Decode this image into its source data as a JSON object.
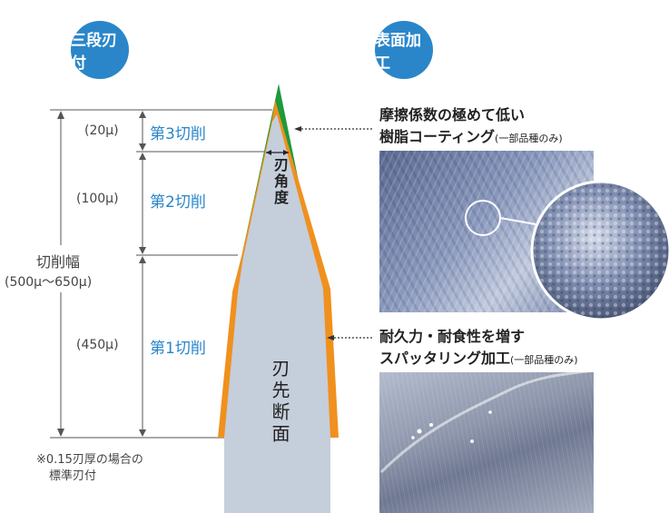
{
  "badges": {
    "left": "三段刃付",
    "right": "表面加工"
  },
  "stages": {
    "s3": {
      "size": "(20μ)",
      "name": "第3切削"
    },
    "s2": {
      "size": "(100μ)",
      "name": "第2切削"
    },
    "s1": {
      "size": "(450μ)",
      "name": "第1切削"
    }
  },
  "total_width": {
    "label": "切削幅",
    "value": "(500μ〜650μ)"
  },
  "blade": {
    "angle_label": "刃角度",
    "section_label": "刃先断面"
  },
  "note": {
    "line1": "※0.15刃厚の場合の",
    "line2": "標準刃付"
  },
  "coating": {
    "line1": "摩擦係数の極めて低い",
    "line2_main": "樹脂コーティング",
    "line2_small": "(一部品種のみ)"
  },
  "sputter": {
    "line1": "耐久力・耐食性を増す",
    "line2_main": "スパッタリング加工",
    "line2_small": "(一部品種のみ)"
  },
  "colors": {
    "badge": "#2a86c9",
    "green_layer": "#1e9a3c",
    "orange_layer": "#f0901e",
    "blade_fill": "#c5cedb"
  }
}
